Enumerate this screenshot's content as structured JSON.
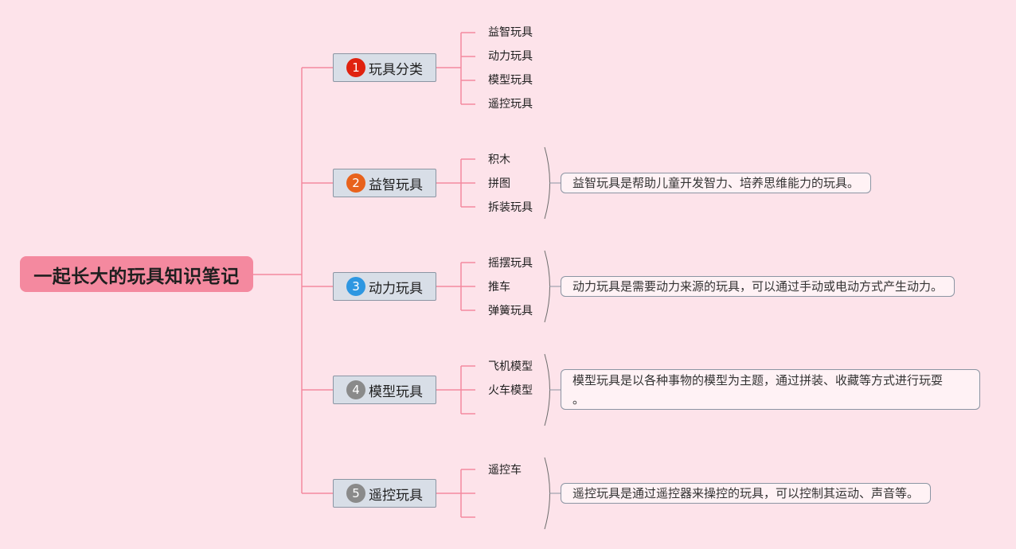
{
  "root": {
    "label": "一起长大的玩具知识笔记"
  },
  "colors": {
    "background": "#fde3ea",
    "root": "#f4899f",
    "connector": "#f4899f",
    "branch_fill": "#d8dee7",
    "badge_1": "#e0220f",
    "badge_2": "#e8621c",
    "badge_3": "#2e97e1",
    "badge_4": "#8a8a8a",
    "badge_5": "#8a8a8a"
  },
  "branches": [
    {
      "number": "1",
      "label": "玩具分类",
      "leaves": [
        "益智玩具",
        "动力玩具",
        "模型玩具",
        "遥控玩具"
      ],
      "note": ""
    },
    {
      "number": "2",
      "label": "益智玩具",
      "leaves": [
        "积木",
        "拼图",
        "拆装玩具"
      ],
      "note": "益智玩具是帮助儿童开发智力、培养思维能力的玩具。"
    },
    {
      "number": "3",
      "label": "动力玩具",
      "leaves": [
        "摇摆玩具",
        "推车",
        "弹簧玩具"
      ],
      "note": "动力玩具是需要动力来源的玩具，可以通过手动或电动方式产生动力。"
    },
    {
      "number": "4",
      "label": "模型玩具",
      "leaves": [
        "飞机模型",
        "火车模型",
        ""
      ],
      "note_line1": "模型玩具是以各种事物的模型为主题，通过拼装、收藏等方式进行玩耍",
      "note_line2": "。"
    },
    {
      "number": "5",
      "label": "遥控玩具",
      "leaves": [
        "遥控车",
        "",
        ""
      ],
      "note": "遥控玩具是通过遥控器来操控的玩具，可以控制其运动、声音等。"
    }
  ]
}
